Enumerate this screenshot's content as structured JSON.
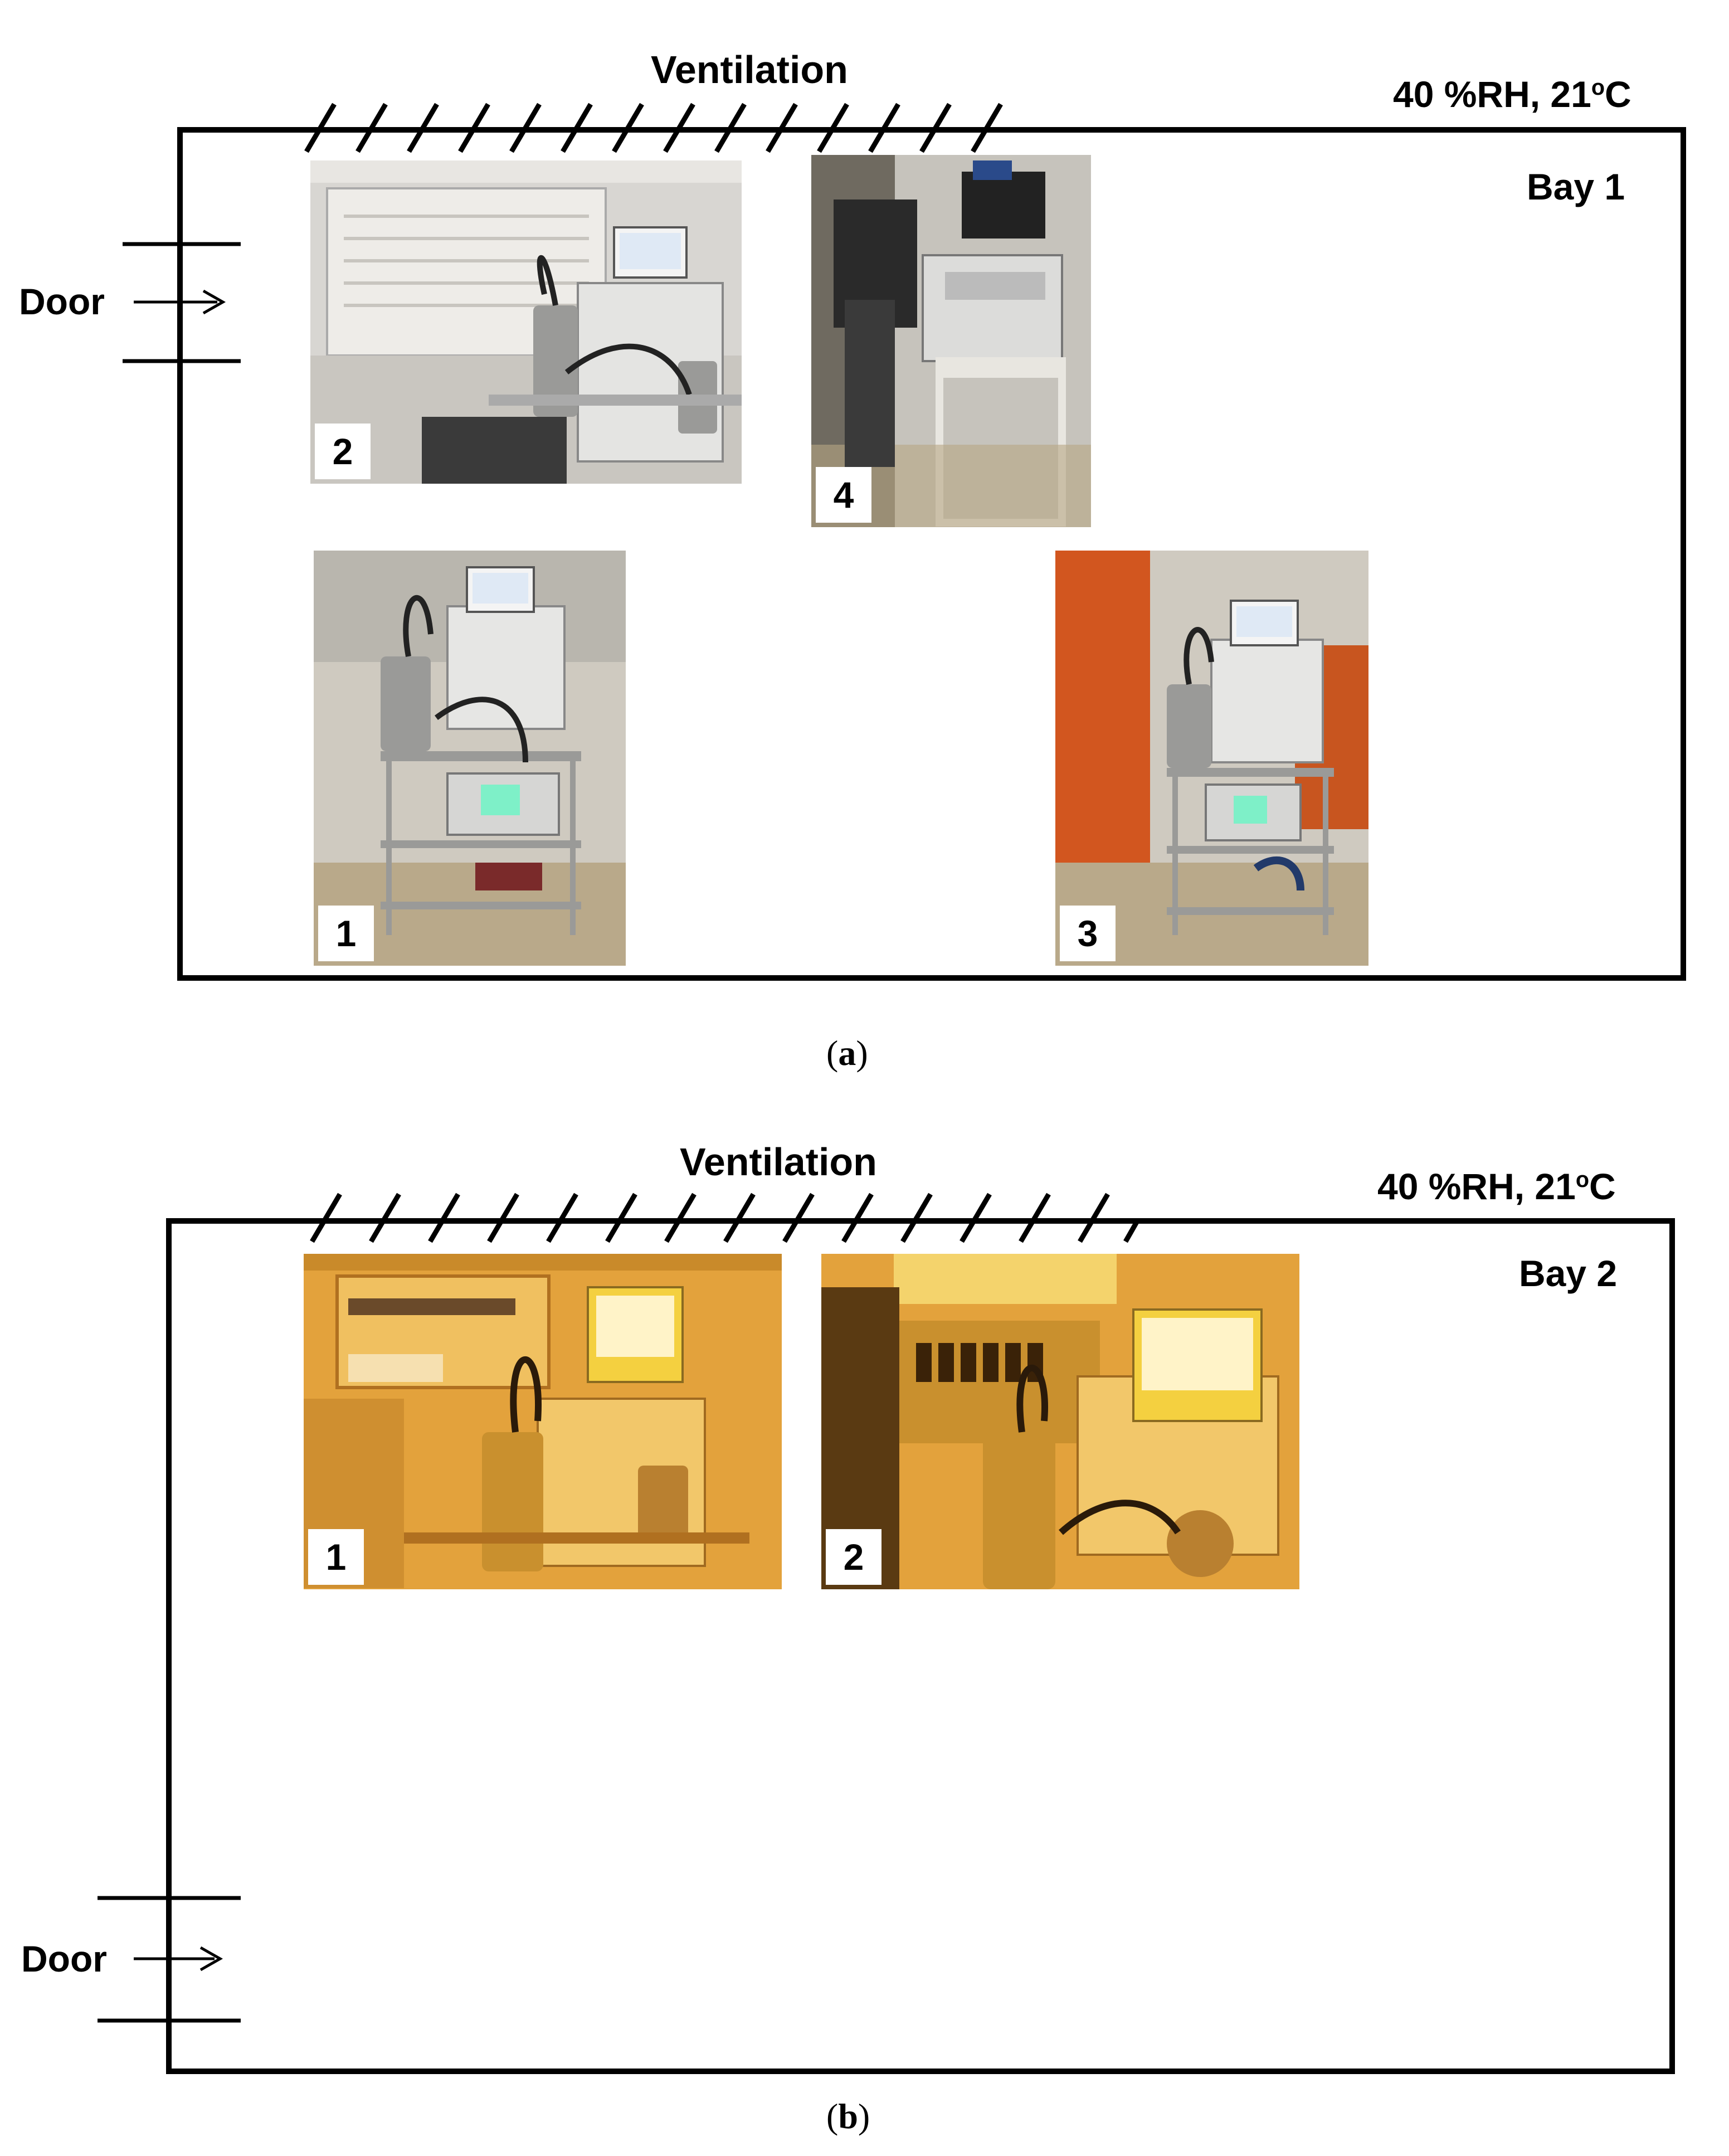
{
  "panel_a": {
    "ventilation": "Ventilation",
    "conditions_prefix": "40 %RH, 21",
    "conditions_sup": "o",
    "conditions_suffix": "C",
    "bay": "Bay 1",
    "door": "Door",
    "caption_open": "(",
    "caption_letter": "a",
    "caption_close": ")",
    "photos": [
      {
        "label": "2",
        "desc": "photo",
        "tone": "neutral"
      },
      {
        "label": "4",
        "desc": "photo",
        "tone": "neutral"
      },
      {
        "label": "1",
        "desc": "photo",
        "tone": "neutral"
      },
      {
        "label": "3",
        "desc": "photo",
        "tone": "neutral"
      }
    ]
  },
  "panel_b": {
    "ventilation": "Ventilation",
    "conditions_prefix": "40 %RH, 21",
    "conditions_sup": "o",
    "conditions_suffix": "C",
    "bay": "Bay 2",
    "door": "Door",
    "caption_open": "(",
    "caption_letter": "b",
    "caption_close": ")",
    "photos": [
      {
        "label": "1",
        "desc": "photo",
        "tone": "amber"
      },
      {
        "label": "2",
        "desc": "photo",
        "tone": "amber"
      }
    ]
  },
  "colors": {
    "line": "#000000",
    "neutral_bg": "#cfcac0",
    "neutral_floor": "#b9a98a",
    "amber_bg": "#e3a23c",
    "amber_floor": "#c98a2a",
    "metal": "#9a9a98",
    "screen": "#dfe9f5"
  }
}
